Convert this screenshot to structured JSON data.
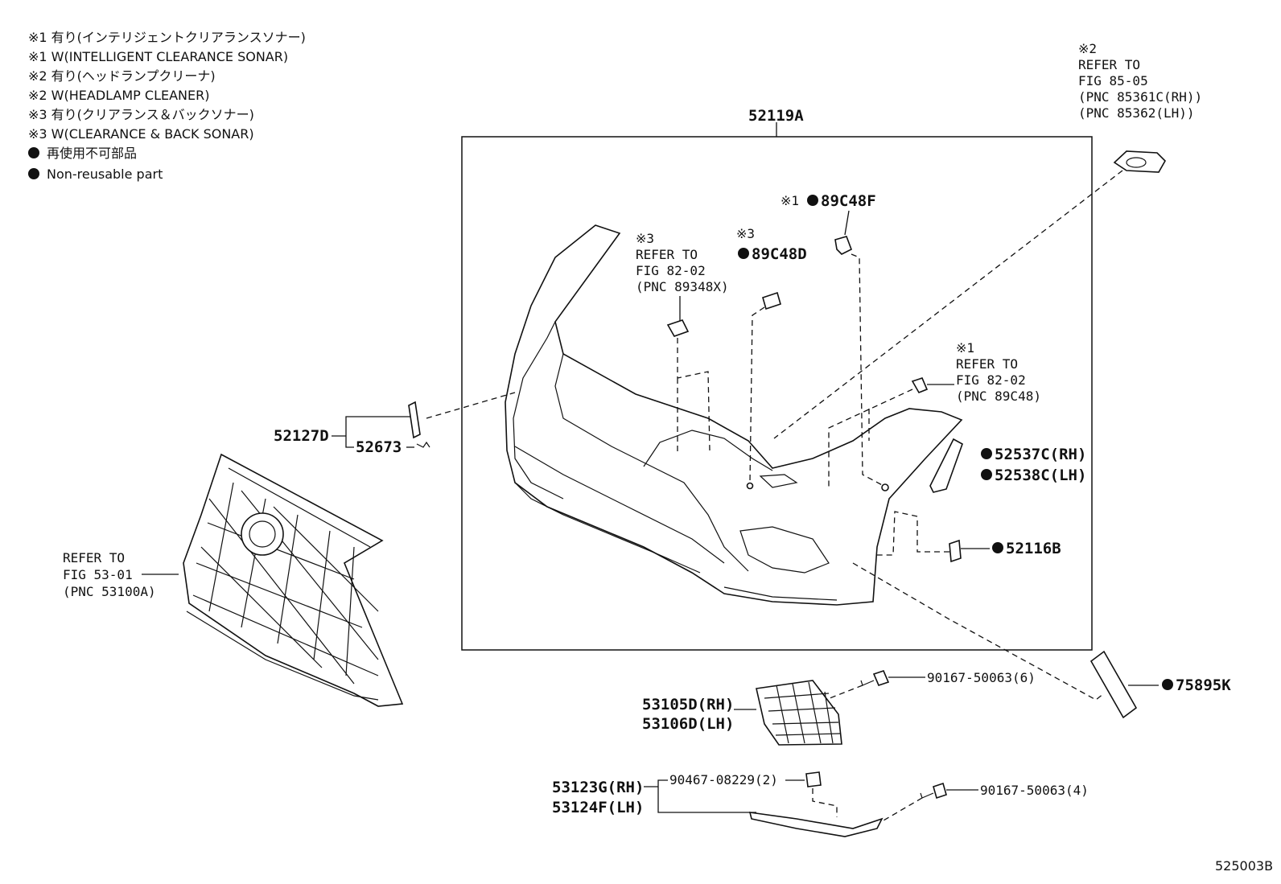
{
  "legend": [
    "※1 有り(インテリジェントクリアランスソナー)",
    "※1 W(INTELLIGENT CLEARANCE SONAR)",
    "※2 有り(ヘッドランプクリーナ)",
    "※2 W(HEADLAMP CLEANER)",
    "※3 有り(クリアランス＆バックソナー)",
    "※3 W(CLEARANCE & BACK SONAR)",
    "再使用不可部品",
    "Non-reusable part"
  ],
  "refs": {
    "headlamp": [
      "※2",
      "REFER TO",
      "FIG 85-05",
      "(PNC 85361C(RH))",
      "(PNC 85362(LH))"
    ],
    "sonar3": [
      "※3",
      "REFER TO",
      "FIG 82-02",
      "(PNC 89348X)"
    ],
    "sonar1": [
      "※1",
      "REFER TO",
      "FIG 82-02",
      "(PNC 89C48)"
    ],
    "grille": [
      "REFER TO",
      "FIG 53-01",
      "(PNC 53100A)"
    ]
  },
  "parts": {
    "p52119A": "52119A",
    "p89C48F_mark": "※1",
    "p89C48F": "89C48F",
    "p89C48D_mark": "※3",
    "p89C48D": "89C48D",
    "p52127D": "52127D",
    "p52673": "52673",
    "p52537C": "52537C(RH)",
    "p52538C": "52538C(LH)",
    "p52116B": "52116B",
    "p75895K": "75895K",
    "p90167a": "90167-50063(6)",
    "p53105D": "53105D(RH)",
    "p53106D": "53106D(LH)",
    "p53123G": "53123G(RH)",
    "p53124F": "53124F(LH)",
    "p90467": "90467-08229(2)",
    "p90167b": "90167-50063(4)"
  },
  "diagram_id": "525003B"
}
